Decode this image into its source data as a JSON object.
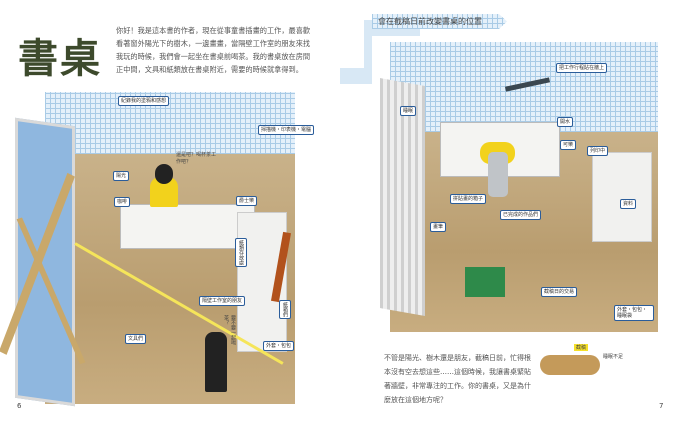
{
  "left_page": {
    "title": "書桌",
    "intro": "你好！我是這本書的作者，現在從事童書插畫的工作，最喜歡看著窗外陽光下的樹木，一邊畫畫，當隔壁工作室的朋友來找我玩的時候，我們會一起坐在書桌前喝茶。我的書桌放在房間正中間，文具和紙類放在書桌附近，需要的時候就拿得到。",
    "page_number": "6",
    "labels": [
      "紀錄我的塗鴉和感想",
      "掃描機・印表機・電腦",
      "陽光",
      "咖啡",
      "爵士樂",
      "紙類存放處",
      "紙箱們",
      "隔壁工作室的朋友",
      "文具們",
      "外套・包包"
    ],
    "speech": [
      "還是吧？喝杯茶工作吧？",
      "要不要一起喝茶？"
    ]
  },
  "right_page": {
    "heading": "會在截稿日前改變書桌的位置",
    "body": "不管是陽光、樹木還是朋友，截稿日前，忙得根本沒有空去想這些……這個時候，我讓書桌緊貼著牆壁，非常專注的工作。你的書桌，又是為什麼放在這個地方呢？",
    "page_number": "7",
    "labels": [
      "睡眠",
      "把工作行程貼在牆上",
      "開水",
      "可樂",
      "列印中",
      "拼貼畫的箱子",
      "已完成的作品們",
      "畫筆",
      "資料",
      "截稿日的交易",
      "外套・包包・睡眠袋",
      "截稿",
      "睡眠不足"
    ]
  },
  "colors": {
    "title": "#3d4a2c",
    "label_border": "#2b5d9a",
    "heading_band": "#cfe2f3"
  }
}
